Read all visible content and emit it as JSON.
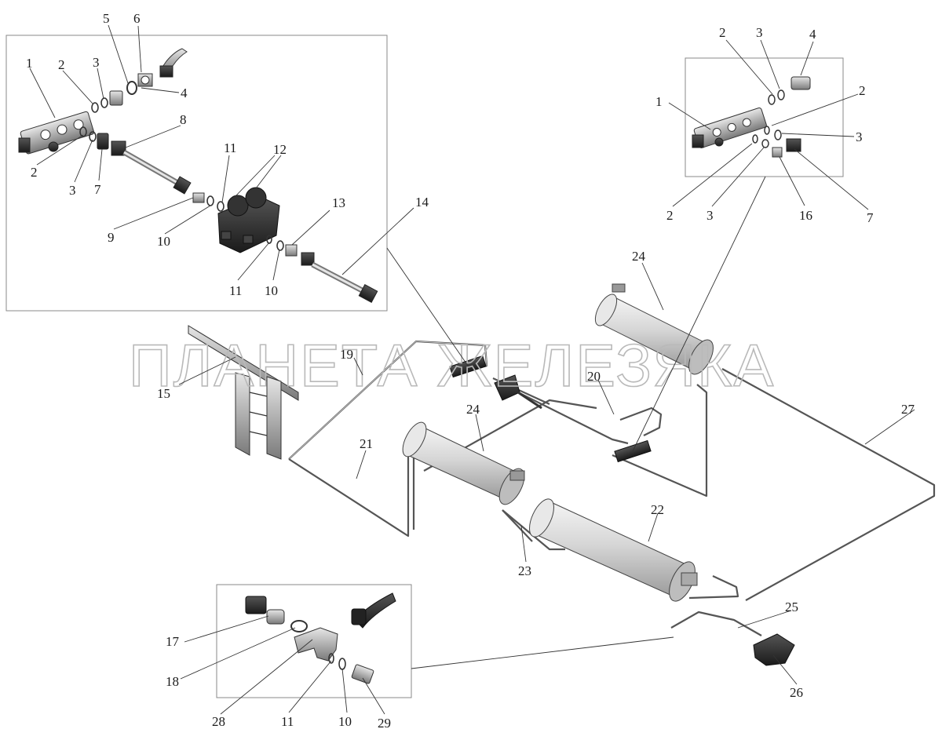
{
  "watermark": "ПЛАНЕТА ЖЕЛЕЗЯКА",
  "callouts": {
    "topleft": [
      "1",
      "2",
      "3",
      "5",
      "6",
      "4",
      "8",
      "2",
      "3",
      "7",
      "11",
      "12",
      "9",
      "10",
      "13",
      "14",
      "11",
      "10"
    ],
    "topright": [
      "2",
      "3",
      "4",
      "1",
      "2",
      "3",
      "2",
      "3",
      "16",
      "7"
    ],
    "main": [
      "24",
      "15",
      "19",
      "20",
      "27",
      "24",
      "21",
      "22",
      "23",
      "25",
      "26"
    ],
    "bottom": [
      "17",
      "18",
      "28",
      "11",
      "10",
      "29"
    ]
  },
  "colors": {
    "line": "#333333",
    "frame": "#8a8a8a",
    "watermark": "#b9b9b9",
    "tank": "#d4d4d4"
  }
}
